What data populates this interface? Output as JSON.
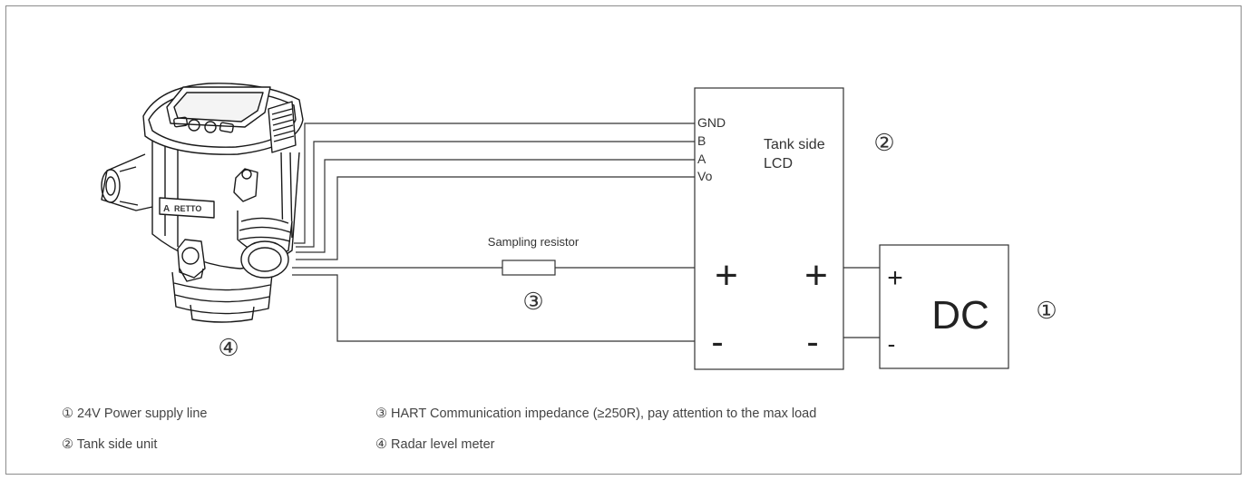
{
  "terminals": {
    "gnd": "GND",
    "b": "B",
    "a": "A",
    "vo": "Vo"
  },
  "lcd_box": {
    "label_line1": "Tank side",
    "label_line2": "LCD",
    "marker": "②",
    "plus_left": "+",
    "plus_right": "+",
    "minus_left": "-",
    "minus_right": "-"
  },
  "dc_box": {
    "label": "DC",
    "plus": "+",
    "minus": "-",
    "marker": "①"
  },
  "resistor": {
    "label": "Sampling resistor",
    "marker": "③"
  },
  "device": {
    "marker": "④",
    "brand_text": "RETTO",
    "logo_text": "A"
  },
  "legend": {
    "item1": "①  24V Power supply line",
    "item2": "②  Tank side unit",
    "item3": "③  HART Communication impedance (≥250R), pay attention to the max load",
    "item4": "④  Radar level meter"
  }
}
